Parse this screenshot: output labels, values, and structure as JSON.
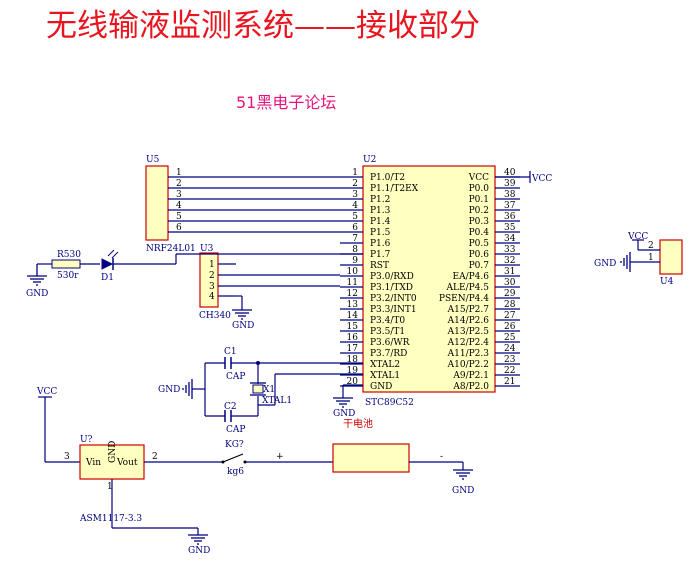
{
  "title": "无线输液监测系统——接收部分",
  "subtitle": "51黑电子论坛",
  "colors": {
    "title": "#e8141e",
    "wire": "#000080",
    "comp_fill": "#ffffc0",
    "comp_border": "#cc0000",
    "subtitle": "#e6157d"
  },
  "u2": {
    "ref": "U2",
    "part": "STC89C52",
    "left_pins": [
      {
        "name": "P1.0/T2",
        "num": "1"
      },
      {
        "name": "P1.1/T2EX",
        "num": "2"
      },
      {
        "name": "P1.2",
        "num": "3"
      },
      {
        "name": "P1.3",
        "num": "4"
      },
      {
        "name": "P1.4",
        "num": "5"
      },
      {
        "name": "P1.5",
        "num": "6"
      },
      {
        "name": "P1.6",
        "num": "7"
      },
      {
        "name": "P1.7",
        "num": "8"
      },
      {
        "name": "RST",
        "num": "9"
      },
      {
        "name": "P3.0/RXD",
        "num": "10"
      },
      {
        "name": "P3.1/TXD",
        "num": "11"
      },
      {
        "name": "P3.2/INT0",
        "num": "12"
      },
      {
        "name": "P3.3/INT1",
        "num": "13"
      },
      {
        "name": "P3.4/T0",
        "num": "14"
      },
      {
        "name": "P3.5/T1",
        "num": "15"
      },
      {
        "name": "P3.6/WR",
        "num": "16"
      },
      {
        "name": "P3.7/RD",
        "num": "17"
      },
      {
        "name": "XTAL2",
        "num": "18"
      },
      {
        "name": "XTAL1",
        "num": "19"
      },
      {
        "name": "GND",
        "num": "20"
      }
    ],
    "right_pins": [
      {
        "name": "VCC",
        "num": "40"
      },
      {
        "name": "P0.0",
        "num": "39"
      },
      {
        "name": "P0.1",
        "num": "38"
      },
      {
        "name": "P0.2",
        "num": "37"
      },
      {
        "name": "P0.3",
        "num": "36"
      },
      {
        "name": "P0.4",
        "num": "35"
      },
      {
        "name": "P0.5",
        "num": "34"
      },
      {
        "name": "P0.6",
        "num": "33"
      },
      {
        "name": "P0.7",
        "num": "32"
      },
      {
        "name": "EA/P4.6",
        "num": "31"
      },
      {
        "name": "ALE/P4.5",
        "num": "30"
      },
      {
        "name": "PSEN/P4.4",
        "num": "29"
      },
      {
        "name": "A15/P2.7",
        "num": "28"
      },
      {
        "name": "A14/P2.6",
        "num": "27"
      },
      {
        "name": "A13/P2.5",
        "num": "26"
      },
      {
        "name": "A12/P2.4",
        "num": "25"
      },
      {
        "name": "A11/P2.3",
        "num": "24"
      },
      {
        "name": "A10/P2.2",
        "num": "23"
      },
      {
        "name": "A9/P2.1",
        "num": "22"
      },
      {
        "name": "A8/P2.0",
        "num": "21"
      }
    ]
  },
  "u5": {
    "ref": "U5",
    "part": "NRF24L01",
    "pins": [
      "1",
      "2",
      "3",
      "4",
      "5",
      "6"
    ]
  },
  "u3": {
    "ref": "U3",
    "part": "CH340",
    "pins": [
      "1",
      "2",
      "3",
      "4"
    ]
  },
  "u4": {
    "ref": "U4",
    "pins": [
      "2",
      "1"
    ]
  },
  "reg": {
    "ref": "U?",
    "part": "ASM1117-3.3",
    "vin": "Vin",
    "vout": "Vout",
    "gnd": "GND",
    "pin_in": "3",
    "pin_out": "2",
    "pin_gnd": "1"
  },
  "r530": {
    "ref": "R530",
    "value": "530r"
  },
  "d1": {
    "ref": "D1"
  },
  "c1": {
    "ref": "C1",
    "value": "CAP"
  },
  "c2": {
    "ref": "C2",
    "value": "CAP"
  },
  "x1": {
    "ref": "X1",
    "value": "XTAL1"
  },
  "kg": {
    "ref": "KG?",
    "value": "kg6"
  },
  "battery": {
    "label": "干电池",
    "plus": "+",
    "minus": "-"
  },
  "nets": {
    "vcc": "VCC",
    "gnd": "GND"
  }
}
